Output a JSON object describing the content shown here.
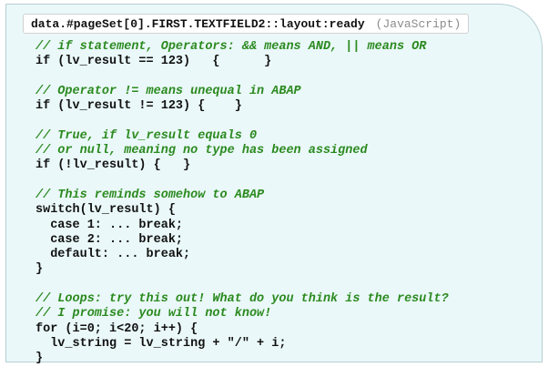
{
  "header": {
    "event": "data.#pageSet[0].FIRST.TEXTFIELD2::layout:ready",
    "language": "(JavaScript)"
  },
  "code": {
    "lines": [
      {
        "kind": "comment",
        "text": "// if statement, Operators: && means AND, || means OR"
      },
      {
        "kind": "code",
        "text": "if (lv_result == 123)   {      }"
      },
      {
        "kind": "blank",
        "text": ""
      },
      {
        "kind": "comment",
        "text": "// Operator != means unequal in ABAP"
      },
      {
        "kind": "code",
        "text": "if (lv_result != 123) {    }"
      },
      {
        "kind": "blank",
        "text": ""
      },
      {
        "kind": "comment",
        "text": "// True, if lv_result equals 0"
      },
      {
        "kind": "comment",
        "text": "// or null, meaning no type has been assigned"
      },
      {
        "kind": "code",
        "text": "if (!lv_result) {   }"
      },
      {
        "kind": "blank",
        "text": ""
      },
      {
        "kind": "comment",
        "text": "// This reminds somehow to ABAP"
      },
      {
        "kind": "code",
        "text": "switch(lv_result) {"
      },
      {
        "kind": "code",
        "text": "  case 1: ... break;"
      },
      {
        "kind": "code",
        "text": "  case 2: ... break;"
      },
      {
        "kind": "code",
        "text": "  default: ... break;"
      },
      {
        "kind": "code",
        "text": "}"
      },
      {
        "kind": "blank",
        "text": ""
      },
      {
        "kind": "comment",
        "text": "// Loops: try this out! What do you think is the result?"
      },
      {
        "kind": "comment",
        "text": "// I promise: you will not know!"
      },
      {
        "kind": "code",
        "text": "for (i=0; i<20; i++) {"
      },
      {
        "kind": "code",
        "text": "  lv_string = lv_string + \"/\" + i;"
      },
      {
        "kind": "code",
        "text": "}"
      }
    ]
  },
  "colors": {
    "comment": "#2b8a1f",
    "code": "#111111",
    "panel_background": "#eaf8f9",
    "panel_border": "#b8cfd2",
    "header_language": "#8c8c8c"
  }
}
